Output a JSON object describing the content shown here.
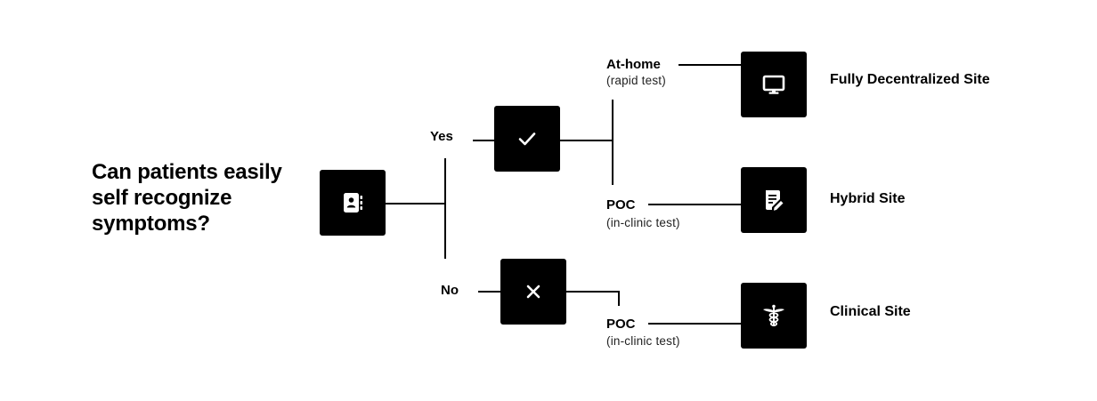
{
  "question": "Can patients easily self recognize symptoms?",
  "answers": {
    "yes": "Yes",
    "no": "No"
  },
  "options": {
    "at_home": {
      "title": "At-home",
      "subtitle": "(rapid test)"
    },
    "poc_yes": {
      "title": "POC",
      "subtitle": "(in-clinic test)"
    },
    "poc_no": {
      "title": "POC",
      "subtitle": "(in-clinic test)"
    }
  },
  "outcomes": {
    "fully_decentralized": "Fully Decentralized Site",
    "hybrid": "Hybrid Site",
    "clinical": "Clinical Site"
  },
  "icons": {
    "question": "contact-book-icon",
    "yes": "checkmark-icon",
    "no": "close-icon",
    "fully_decentralized": "monitor-icon",
    "hybrid": "note-edit-icon",
    "clinical": "caduceus-icon"
  },
  "colors": {
    "box": "#000000",
    "line": "#000000",
    "background": "#ffffff"
  }
}
